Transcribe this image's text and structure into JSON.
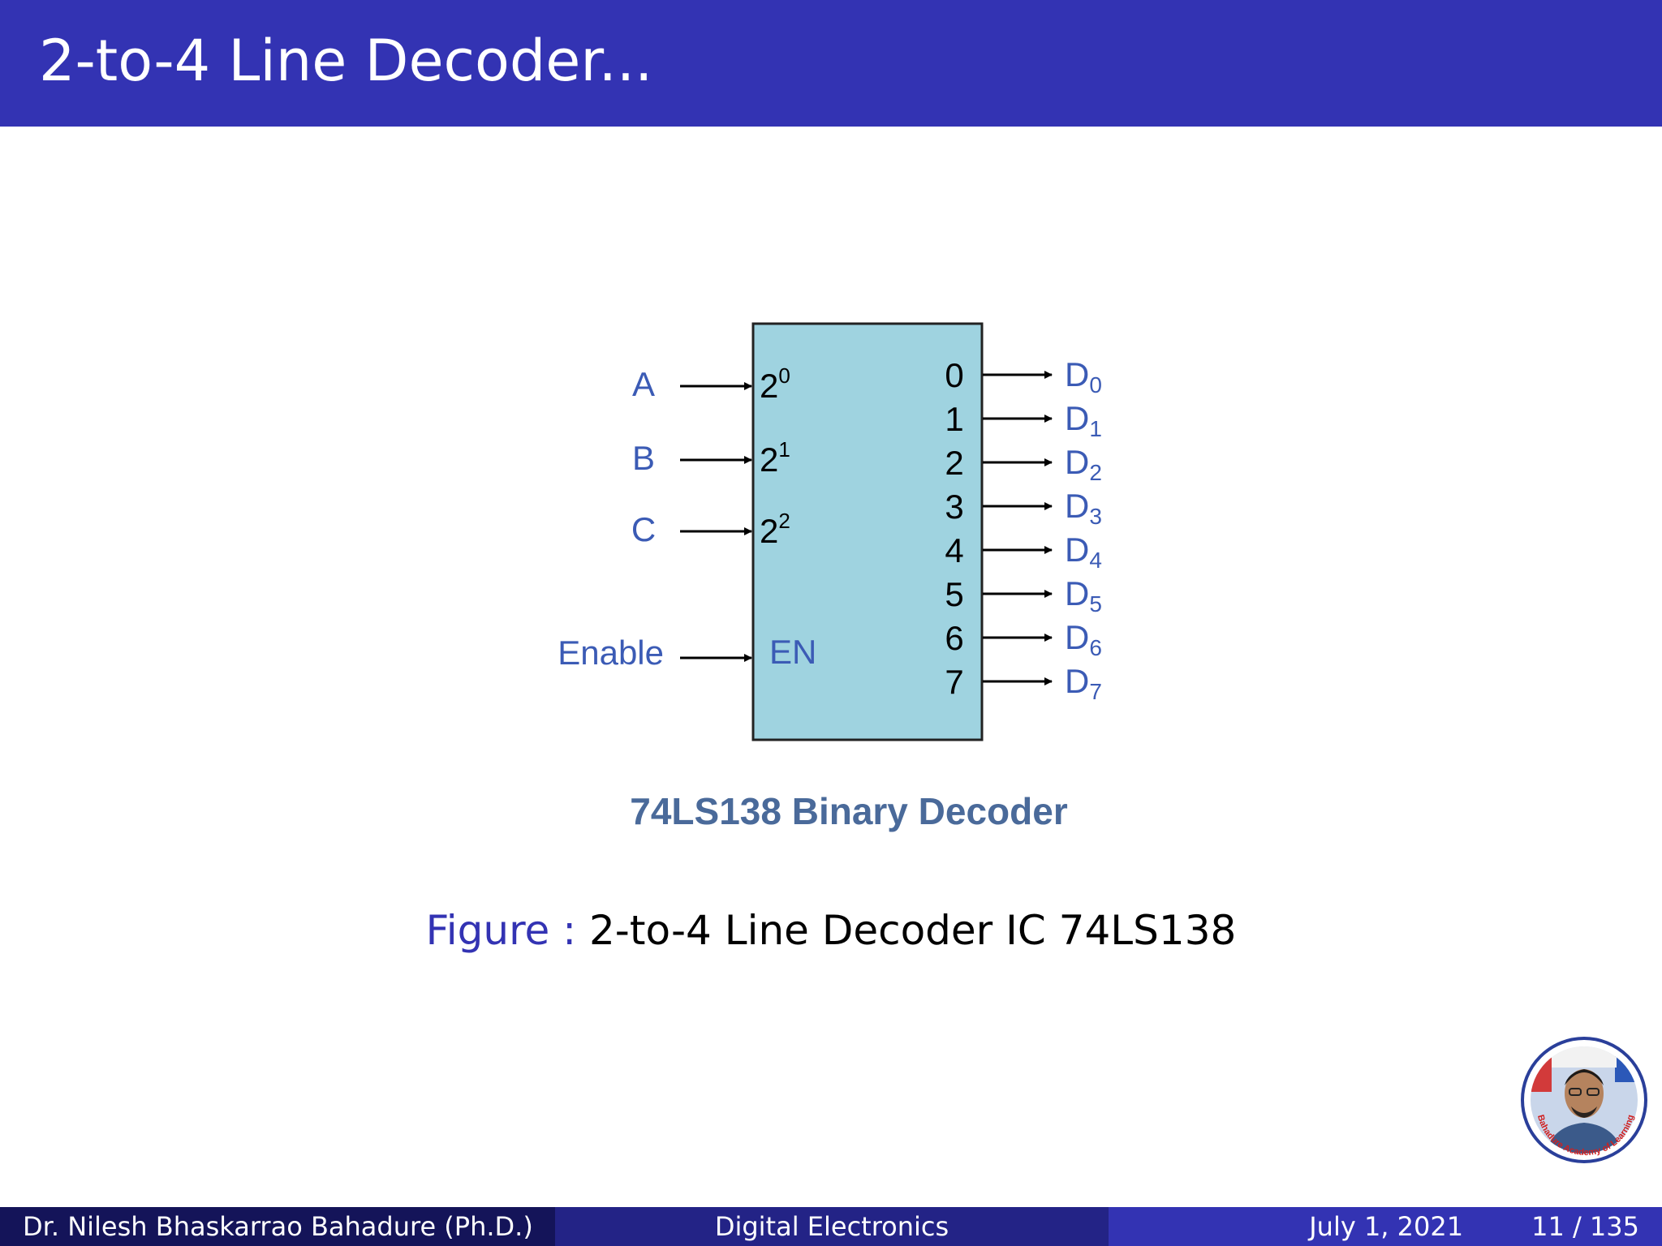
{
  "header": {
    "title": "2-to-4 Line Decoder..."
  },
  "diagram": {
    "inputs": [
      {
        "label": "A",
        "pin_base": "2",
        "pin_exp": "0"
      },
      {
        "label": "B",
        "pin_base": "2",
        "pin_exp": "1"
      },
      {
        "label": "C",
        "pin_base": "2",
        "pin_exp": "2"
      }
    ],
    "enable": {
      "label": "Enable",
      "pin": "EN"
    },
    "outputs": [
      {
        "pin": "0",
        "label": "D",
        "sub": "0"
      },
      {
        "pin": "1",
        "label": "D",
        "sub": "1"
      },
      {
        "pin": "2",
        "label": "D",
        "sub": "2"
      },
      {
        "pin": "3",
        "label": "D",
        "sub": "3"
      },
      {
        "pin": "4",
        "label": "D",
        "sub": "4"
      },
      {
        "pin": "5",
        "label": "D",
        "sub": "5"
      },
      {
        "pin": "6",
        "label": "D",
        "sub": "6"
      },
      {
        "pin": "7",
        "label": "D",
        "sub": "7"
      }
    ],
    "chip_title": "74LS138 Binary Decoder",
    "colors": {
      "chip_fill": "#9fd3e0",
      "label_blue": "#3b5bb5",
      "chip_title": "#4a6a9a"
    }
  },
  "caption": {
    "label": "Figure",
    "separator": ":",
    "text": "2-to-4 Line Decoder IC 74LS138"
  },
  "logo": {
    "text": "Bahadure Academy of Learning"
  },
  "footer": {
    "author": "Dr. Nilesh Bhaskarrao Bahadure  (Ph.D.)",
    "course": "Digital Electronics",
    "date": "July 1, 2021",
    "page": "11 / 135"
  },
  "colors": {
    "header_bg": "#3333b3",
    "footer_dark": "#141459",
    "footer_mid": "#232386",
    "footer_light": "#3333b3"
  }
}
